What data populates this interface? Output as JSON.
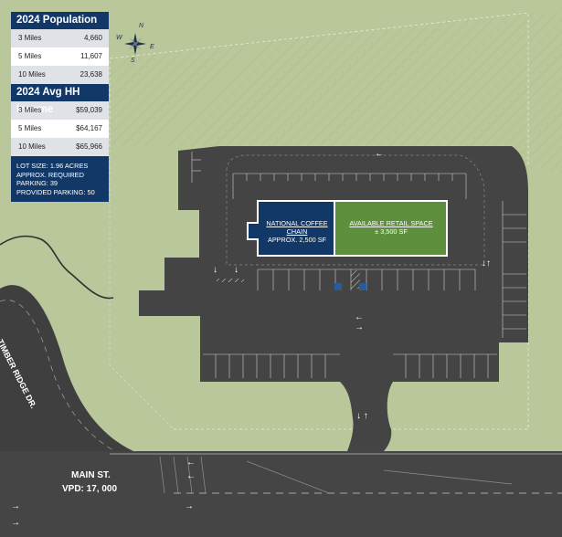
{
  "stats": {
    "population": {
      "title": "2024 Population",
      "rows": [
        {
          "radius": "3 Miles",
          "value": "4,660"
        },
        {
          "radius": "5 Miles",
          "value": "11,607"
        },
        {
          "radius": "10 Miles",
          "value": "23,638"
        }
      ]
    },
    "income": {
      "title": "2024 Avg HH Income",
      "rows": [
        {
          "radius": "3 Miles",
          "value": "$59,039"
        },
        {
          "radius": "5 Miles",
          "value": "$64,167"
        },
        {
          "radius": "10 Miles",
          "value": "$65,966"
        }
      ]
    },
    "notes": [
      "LOT SIZE: 1.96 ACRES",
      "APPROX. REQUIRED",
      "PARKING: 39",
      "PROVIDED PARKING: 50"
    ]
  },
  "compass": {
    "n": "N",
    "s": "S",
    "e": "E",
    "w": "W"
  },
  "buildings": {
    "coffee": {
      "title_line1": "NATIONAL COFFEE",
      "title_line2": "CHAIN",
      "size": "APPROX. 2,500 SF",
      "color": "#123868"
    },
    "retail": {
      "title": "AVAILABLE RETAIL SPACE",
      "size": "± 3,500 SF",
      "color": "#5e8f3c"
    }
  },
  "roads": {
    "timber": "TIMBER RIDGE DR.",
    "main_name": "MAIN ST.",
    "main_vpd": "VPD: 17, 000"
  },
  "colors": {
    "grass": "#b9c79a",
    "asphalt": "#434343",
    "navy": "#123868",
    "green": "#5e8f3c"
  }
}
